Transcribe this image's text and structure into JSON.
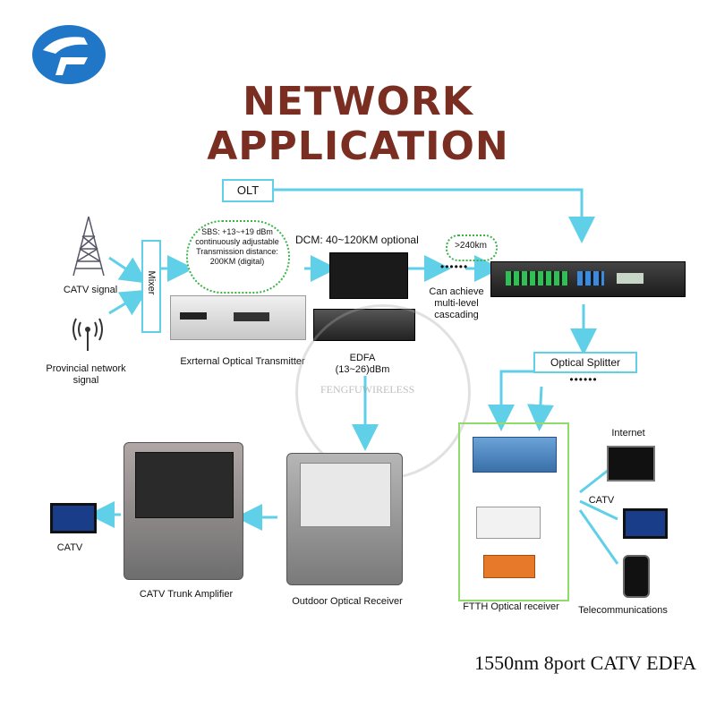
{
  "title": {
    "line1": "NETWORK",
    "line2": "APPLICATION"
  },
  "labels": {
    "olt": "OLT",
    "mixer": "Mixer",
    "catv_signal": "CATV signal",
    "provincial": "Provincial network signal",
    "sbs_note": "SBS: +13~+19 dBm continuously adjustable Transmission distance: 200KM (digital)",
    "dcm": "DCM: 40~120KM optional",
    "gt240": ">240km",
    "cascading": "Can achieve multi-level cascading",
    "ext_tx": "Exrternal Optical Transmitter",
    "edfa": "EDFA",
    "edfa_range": "(13~26)dBm",
    "optical_splitter": "Optical Splitter",
    "internet": "Internet",
    "catv_right": "CATV",
    "telecom": "Telecommunications",
    "ftth": "FTTH Optical receiver",
    "outdoor_rx": "Outdoor Optical Receiver",
    "trunk_amp": "CATV Trunk Amplifier",
    "catv_left": "CATV",
    "watermark": "FENGFUWIRELESS",
    "dots": "••••••"
  },
  "caption": "1550nm 8port CATV EDFA",
  "colors": {
    "arrow": "#5fd0e8",
    "title": "#7a2e22",
    "logo_blue": "#2177c7",
    "ftth_border": "#8fdc6a"
  }
}
